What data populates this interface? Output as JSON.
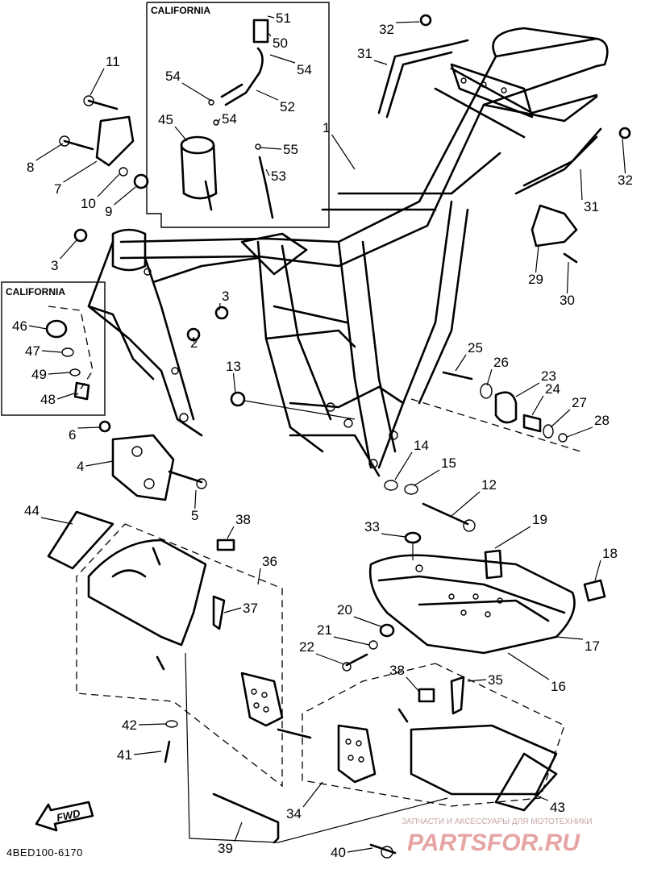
{
  "diagram": {
    "code": "4BED100-6170",
    "fwd_label": "FWD",
    "california_boxes": [
      {
        "title": "CALIFORNIA"
      },
      {
        "title": "CALIFORNIA"
      }
    ],
    "watermark": {
      "top_text": "ЗАПЧАСТИ И АКСЕССУАРЫ ДЛЯ МОТОТЕХНИКИ",
      "main_text": "PARTSFOR.RU"
    },
    "part_labels": [
      "1",
      "2",
      "3",
      "3",
      "4",
      "5",
      "6",
      "7",
      "8",
      "9",
      "10",
      "11",
      "12",
      "13",
      "14",
      "15",
      "16",
      "17",
      "18",
      "19",
      "20",
      "21",
      "22",
      "23",
      "24",
      "25",
      "26",
      "27",
      "28",
      "29",
      "30",
      "31",
      "31",
      "32",
      "32",
      "33",
      "34",
      "35",
      "36",
      "37",
      "38",
      "38",
      "39",
      "40",
      "41",
      "42",
      "43",
      "44",
      "45",
      "46",
      "47",
      "48",
      "49",
      "50",
      "51",
      "52",
      "53",
      "54",
      "54",
      "54",
      "55"
    ]
  }
}
